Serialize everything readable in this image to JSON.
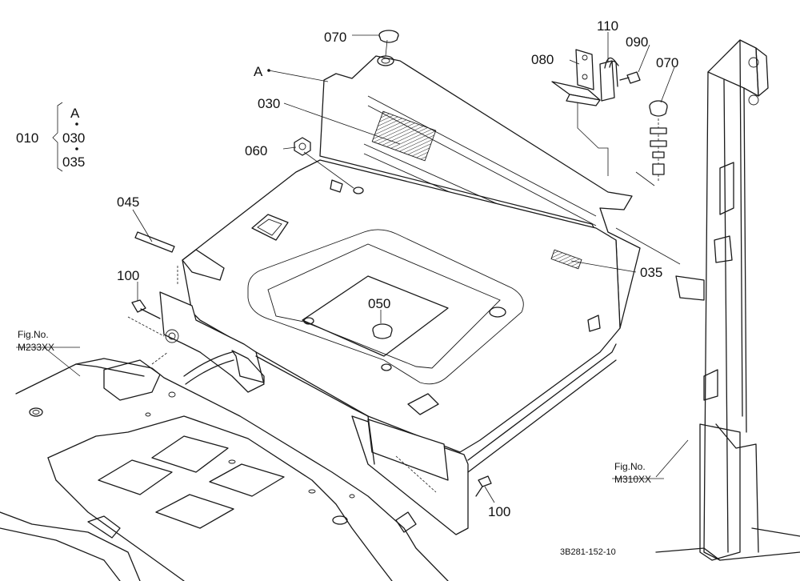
{
  "callouts": {
    "p070_top": "070",
    "p070_right": "070",
    "p110": "110",
    "p080": "080",
    "p090": "090",
    "pA": "A",
    "p030": "030",
    "p060": "060",
    "p045": "045",
    "p100_left": "100",
    "p100_bottom": "100",
    "p050": "050",
    "p035": "035"
  },
  "assembly": {
    "code": "010",
    "members": [
      "A",
      "030",
      "035"
    ]
  },
  "figrefs": {
    "left_label": "Fig.No.",
    "left_number": "M233XX",
    "right_label": "Fig.No.",
    "right_number": "M310XX"
  },
  "drawing_id": "3B281-152-10"
}
